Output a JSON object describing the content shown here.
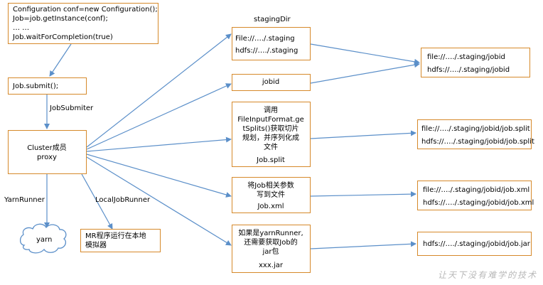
{
  "config_box": {
    "lines": [
      "Configuration conf=new Configuration();",
      "Job=job.getInstance(conf);",
      "… …",
      "Job.waitForCompletion(true)"
    ]
  },
  "submit_box": {
    "text": "Job.submit();"
  },
  "jobsubmiter_label": "JobSubmiter",
  "cluster_box": {
    "lines": [
      "Cluster成员",
      "proxy"
    ]
  },
  "yarnrunner_label": "YarnRunner",
  "localjobrunner_label": "LocalJobRunner",
  "yarn_cloud": {
    "text": "yarn"
  },
  "mr_box": {
    "lines": [
      "MR程序运行在本地",
      "模拟器"
    ]
  },
  "staging_dir_label": "stagingDir",
  "staging_box": {
    "lines": [
      "File://…./.staging",
      "hdfs://…./.staging"
    ]
  },
  "jobid_box": {
    "text": "jobid"
  },
  "split_box": {
    "lines": [
      "调用",
      "FileInputFormat.ge",
      "tSplits()获取切片",
      "规划，并序列化成",
      "文件",
      "Job.split"
    ]
  },
  "xml_box": {
    "lines": [
      "将Job相关参数",
      "写到文件",
      "Job.xml"
    ]
  },
  "jar_box": {
    "lines": [
      "如果是yarnRunner,",
      "还需要获取Job的",
      "jar包",
      "xxx.jar"
    ]
  },
  "result_jobid": {
    "lines": [
      "file://…./.staging/jobid",
      "hdfs://…./.staging/jobid"
    ]
  },
  "result_split": {
    "lines": [
      "file://…./.staging/jobid/job.split",
      "hdfs://…./.staging/jobid/job.split"
    ]
  },
  "result_xml": {
    "lines": [
      "file://…./.staging/jobid/job.xml",
      "hdfs://…./.staging/jobid/job.xml"
    ]
  },
  "result_jar": {
    "text": "hdfs://…./.staging/jobid/job.jar"
  },
  "watermark": "让天下没有难学的技术",
  "colors": {
    "box_border": "#d6892a",
    "arrow": "#5b8fc9"
  }
}
